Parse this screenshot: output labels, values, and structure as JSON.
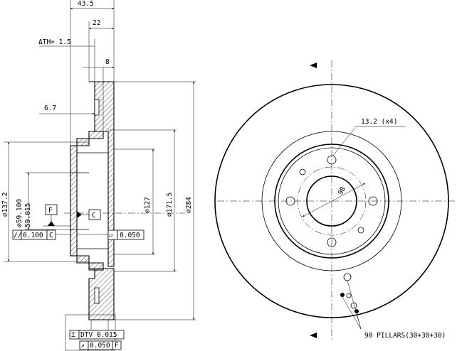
{
  "dimensions": {
    "overall_width": "43.5",
    "hat_depth": "22",
    "th": "ΔTH= 1.5",
    "flange": "8",
    "hat_wall": "6.7",
    "dia_137": "⌀137.2",
    "bore_max": "⌀59.100",
    "bore_min": "59.015",
    "dia_127": "⌀127",
    "dia_171": "⌀171.5",
    "dia_284": "⌀284",
    "pcd": "98",
    "holes": "13.2 (x4)",
    "pillars": "90 PILLARS(30+30+30)"
  },
  "datums": {
    "f": "F",
    "c": "C"
  },
  "tolerances": {
    "parallel_symbol": "//",
    "parallel_value": "0.100",
    "parallel_datum": "C",
    "flat_symbol": "▱",
    "flat_value": "0.050",
    "dtv_symbol": "⌶",
    "dtv_value": "DTV 0.015",
    "runout_symbol": "↗",
    "runout_value": "0.050",
    "runout_datum": "F"
  }
}
